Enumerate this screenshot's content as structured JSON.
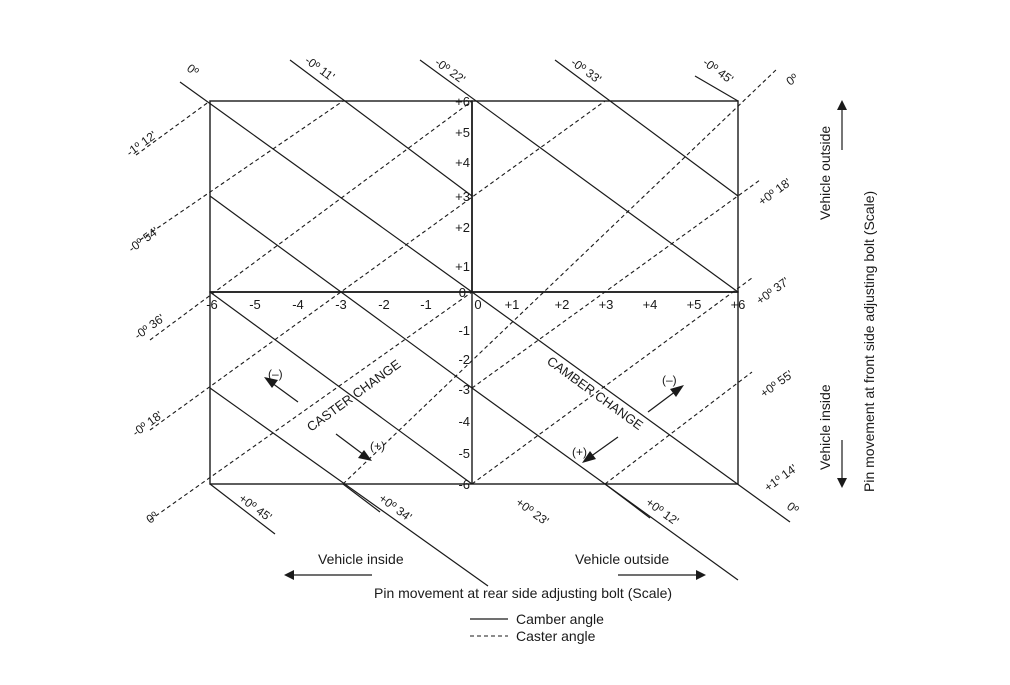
{
  "x_ticks": [
    "-6",
    "-5",
    "-4",
    "-3",
    "-2",
    "-1",
    "0",
    "+1",
    "+2",
    "+3",
    "+4",
    "+5",
    "+6"
  ],
  "y_ticks_upper": [
    "+6",
    "+5",
    "+4",
    "+3",
    "+2",
    "+1",
    "0"
  ],
  "y_ticks_lower": [
    "-1",
    "-2",
    "-3",
    "-4",
    "-5",
    "-6"
  ],
  "camber_labels_top": [
    "0º",
    "-0º 11'",
    "-0º 22'",
    "-0º 33'",
    "-0º 45'"
  ],
  "camber_labels_bottom": [
    "+0º 45'",
    "+0º 34'",
    "+0º 23'",
    "+0º 12'",
    "0º"
  ],
  "caster_labels_left": [
    "-1º 12'",
    "-0º 54'",
    "-0º 36'",
    "-0º 18'",
    "0º"
  ],
  "caster_labels_right": [
    "0º",
    "+0º 18'",
    "+0º 37'",
    "+0º 55'",
    "+1º 14'"
  ],
  "caster_change": {
    "label": "CASTER CHANGE",
    "minus": "(–)",
    "plus": "(+)"
  },
  "camber_change": {
    "label": "CAMBER CHANGE",
    "minus": "(–)",
    "plus": "(+)"
  },
  "x_axis": {
    "left_label": "Vehicle inside",
    "right_label": "Vehicle outside",
    "title": "Pin movement at rear side adjusting bolt (Scale)"
  },
  "y_axis": {
    "top_label": "Vehicle outside",
    "bottom_label": "Vehicle inside",
    "title": "Pin movement at front side adjusting bolt (Scale)"
  },
  "legend": {
    "solid": "Camber angle",
    "dashed": "Caster angle"
  }
}
